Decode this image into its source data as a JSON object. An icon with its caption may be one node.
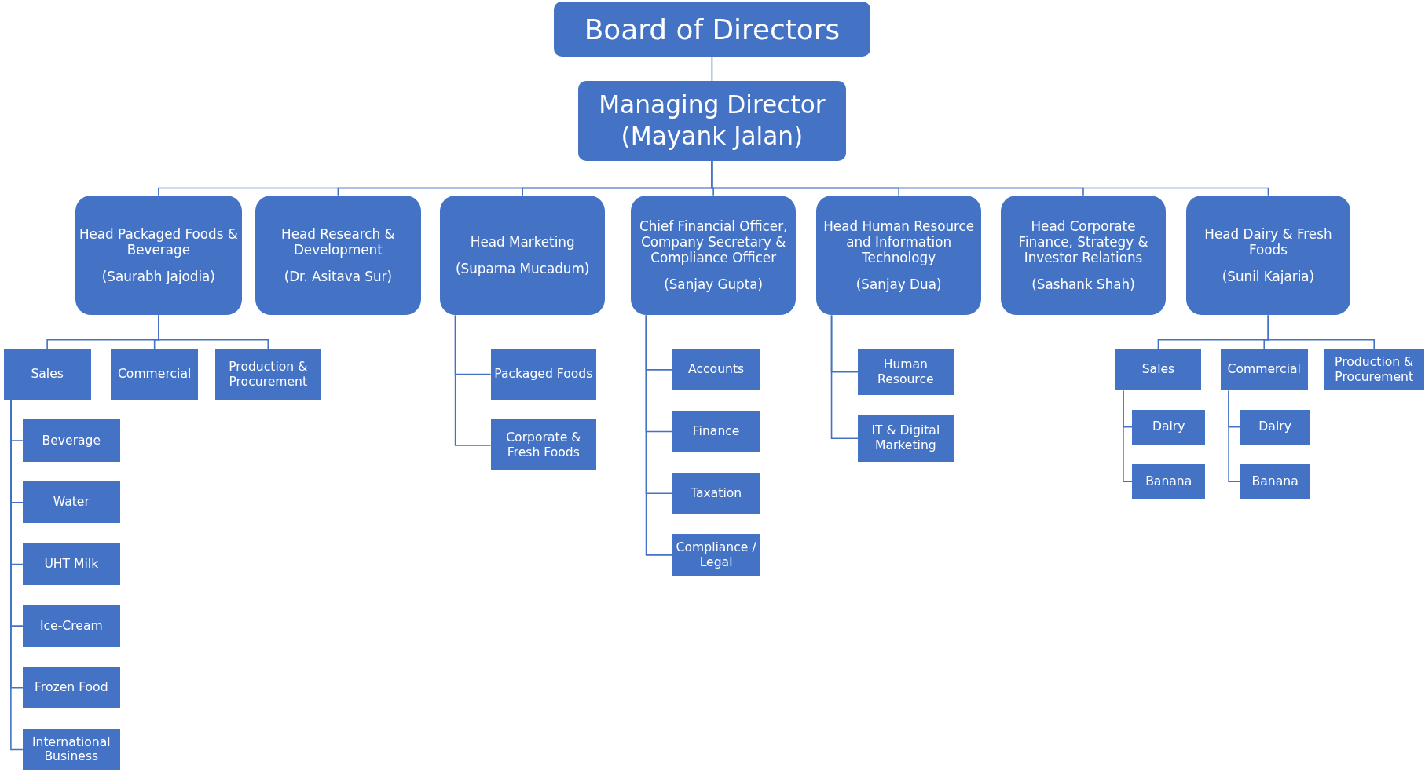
{
  "diagram": {
    "nodes": [
      {
        "text": [
          "Board of Directors"
        ]
      },
      {
        "text": [
          "Managing Director",
          "(Mayank Jalan)"
        ]
      },
      {
        "text": [
          "Head Packaged Foods & Beverage",
          "(Saurabh Jajodia)"
        ]
      },
      {
        "text": [
          "Head Research & Development",
          "(Dr. Asitava Sur)"
        ]
      },
      {
        "text": [
          "Head Marketing",
          "(Suparna Mucadum)"
        ]
      },
      {
        "text": [
          "Chief Financial Officer, Company Secretary & Compliance Officer",
          "(Sanjay Gupta)"
        ]
      },
      {
        "text": [
          "Head Human Resource and Information Technology",
          "(Sanjay Dua)"
        ]
      },
      {
        "text": [
          "Head Corporate Finance, Strategy & Investor Relations",
          "(Sashank Shah)"
        ]
      },
      {
        "text": [
          "Head Dairy & Fresh Foods",
          "(Sunil Kajaria)"
        ]
      },
      {
        "text": [
          "Sales"
        ]
      },
      {
        "text": [
          "Commercial"
        ]
      },
      {
        "text": [
          "Production & Procurement"
        ]
      },
      {
        "text": [
          "Beverage"
        ]
      },
      {
        "text": [
          "Water"
        ]
      },
      {
        "text": [
          "UHT Milk"
        ]
      },
      {
        "text": [
          "Ice-Cream"
        ]
      },
      {
        "text": [
          "Frozen Food"
        ]
      },
      {
        "text": [
          "International Business"
        ]
      },
      {
        "text": [
          "Packaged Foods"
        ]
      },
      {
        "text": [
          "Corporate & Fresh Foods"
        ]
      },
      {
        "text": [
          "Accounts"
        ]
      },
      {
        "text": [
          "Finance"
        ]
      },
      {
        "text": [
          "Taxation"
        ]
      },
      {
        "text": [
          "Compliance / Legal"
        ]
      },
      {
        "text": [
          "Human Resource"
        ]
      },
      {
        "text": [
          "IT & Digital Marketing"
        ]
      },
      {
        "text": [
          "Sales"
        ]
      },
      {
        "text": [
          "Commercial"
        ]
      },
      {
        "text": [
          "Production & Procurement"
        ]
      },
      {
        "text": [
          "Dairy"
        ]
      },
      {
        "text": [
          "Banana"
        ]
      },
      {
        "text": [
          "Dairy"
        ]
      },
      {
        "text": [
          "Banana"
        ]
      }
    ],
    "edges": [
      {
        "from": 0,
        "to": 1,
        "arrow": "none"
      },
      {
        "from": 1,
        "to": 2,
        "arrow": "none"
      },
      {
        "from": 1,
        "to": 3,
        "arrow": "none"
      },
      {
        "from": 1,
        "to": 4,
        "arrow": "none"
      },
      {
        "from": 1,
        "to": 5,
        "arrow": "none"
      },
      {
        "from": 1,
        "to": 6,
        "arrow": "none"
      },
      {
        "from": 1,
        "to": 7,
        "arrow": "none"
      },
      {
        "from": 1,
        "to": 8,
        "arrow": "none"
      },
      {
        "from": 2,
        "to": 9,
        "arrow": "none"
      },
      {
        "from": 2,
        "to": 10,
        "arrow": "none"
      },
      {
        "from": 2,
        "to": 11,
        "arrow": "none"
      },
      {
        "from": 9,
        "to": 12,
        "arrow": "none"
      },
      {
        "from": 9,
        "to": 13,
        "arrow": "none"
      },
      {
        "from": 9,
        "to": 14,
        "arrow": "none"
      },
      {
        "from": 9,
        "to": 15,
        "arrow": "none"
      },
      {
        "from": 9,
        "to": 16,
        "arrow": "none"
      },
      {
        "from": 9,
        "to": 17,
        "arrow": "none"
      },
      {
        "from": 4,
        "to": 18,
        "arrow": "none"
      },
      {
        "from": 4,
        "to": 19,
        "arrow": "none"
      },
      {
        "from": 5,
        "to": 20,
        "arrow": "none"
      },
      {
        "from": 5,
        "to": 21,
        "arrow": "none"
      },
      {
        "from": 5,
        "to": 22,
        "arrow": "none"
      },
      {
        "from": 5,
        "to": 23,
        "arrow": "none"
      },
      {
        "from": 6,
        "to": 24,
        "arrow": "none"
      },
      {
        "from": 6,
        "to": 25,
        "arrow": "none"
      },
      {
        "from": 8,
        "to": 26,
        "arrow": "none"
      },
      {
        "from": 8,
        "to": 27,
        "arrow": "none"
      },
      {
        "from": 8,
        "to": 28,
        "arrow": "none"
      },
      {
        "from": 26,
        "to": 29,
        "arrow": "none"
      },
      {
        "from": 26,
        "to": 30,
        "arrow": "none"
      },
      {
        "from": 27,
        "to": 31,
        "arrow": "none"
      },
      {
        "from": 27,
        "to": 32,
        "arrow": "none"
      }
    ]
  }
}
